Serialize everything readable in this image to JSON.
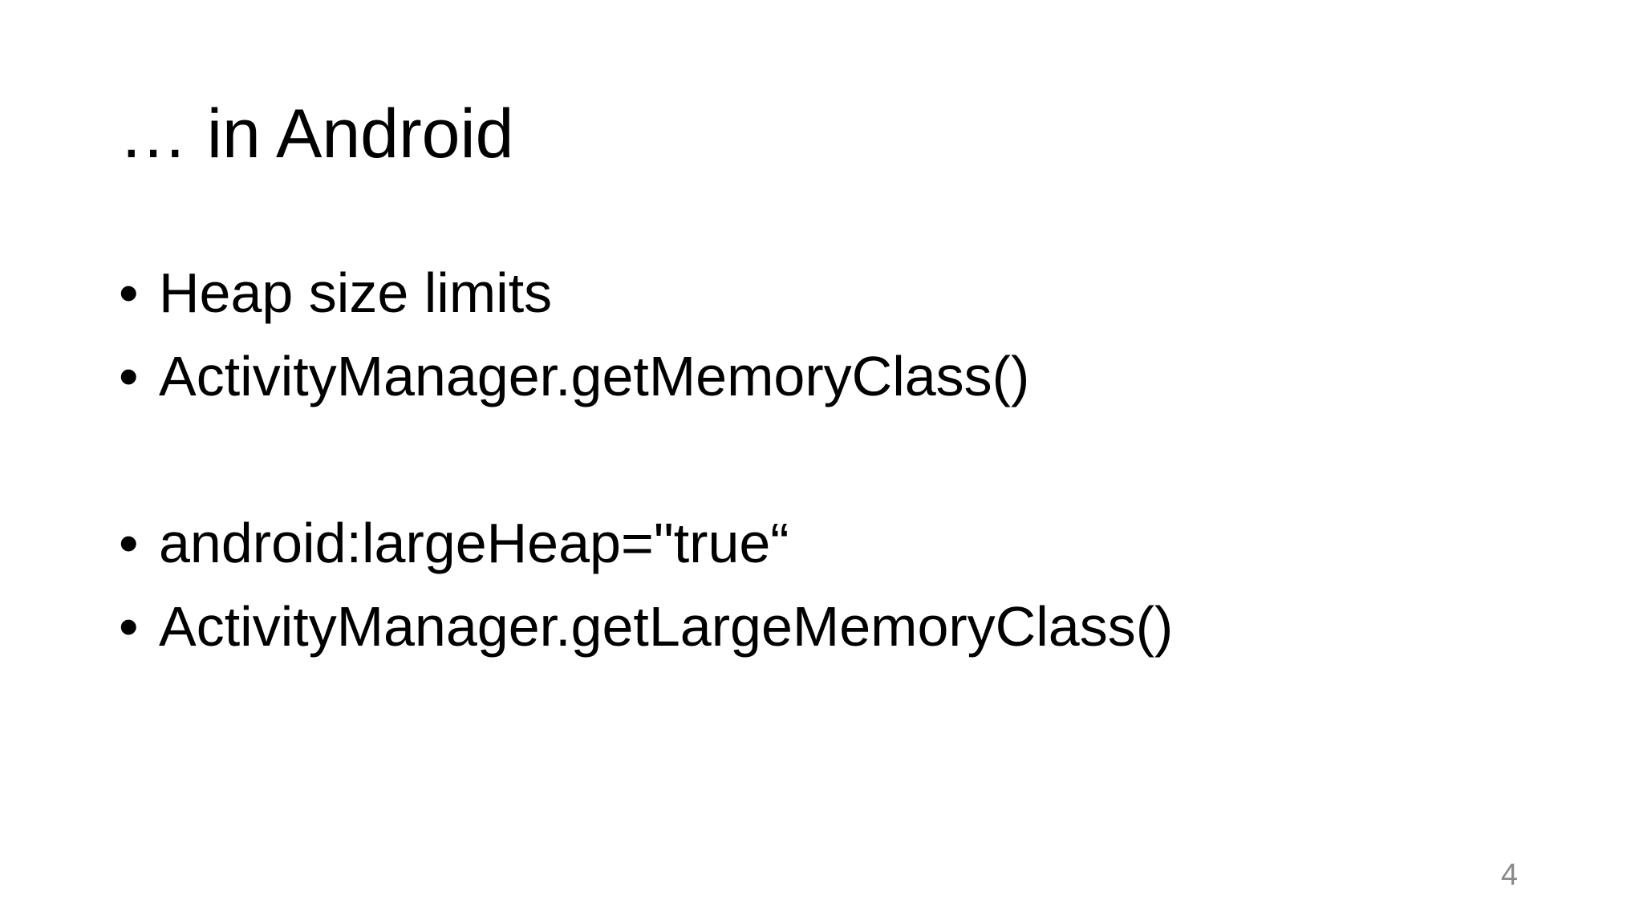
{
  "slide": {
    "title": "… in Android",
    "bullet_glyph": "•",
    "bullets": [
      {
        "text": "Heap size limits"
      },
      {
        "text": "ActivityManager.getMemoryClass()"
      },
      {
        "text": ""
      },
      {
        "text": "android:largeHeap=\"true“"
      },
      {
        "text": "ActivityManager.getLargeMemoryClass()"
      }
    ],
    "page_number": "4",
    "colors": {
      "background": "#ffffff",
      "text": "#000000",
      "page_number": "#8a8a8a"
    }
  }
}
